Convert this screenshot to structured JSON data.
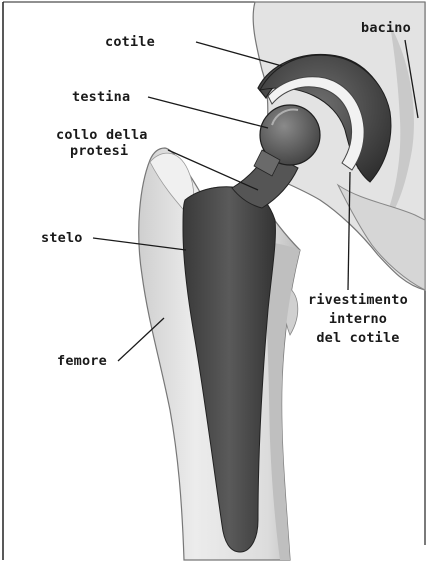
{
  "labels": {
    "cotile": "cotile",
    "bacino": "bacino",
    "testina": "testina",
    "collo_line1": "collo della",
    "collo_line2": "protesi",
    "stelo": "stelo",
    "rivestimento_line1": "rivestimento",
    "rivestimento_line2": "interno",
    "rivestimento_line3": "del cotile",
    "femore": "femore"
  },
  "colors": {
    "bone": "#e6e6e6",
    "bone_shadow": "#bdbdbd",
    "implant": "#4a4a4a",
    "liner": "#f4f4f4",
    "ink": "#1a1a1a"
  }
}
